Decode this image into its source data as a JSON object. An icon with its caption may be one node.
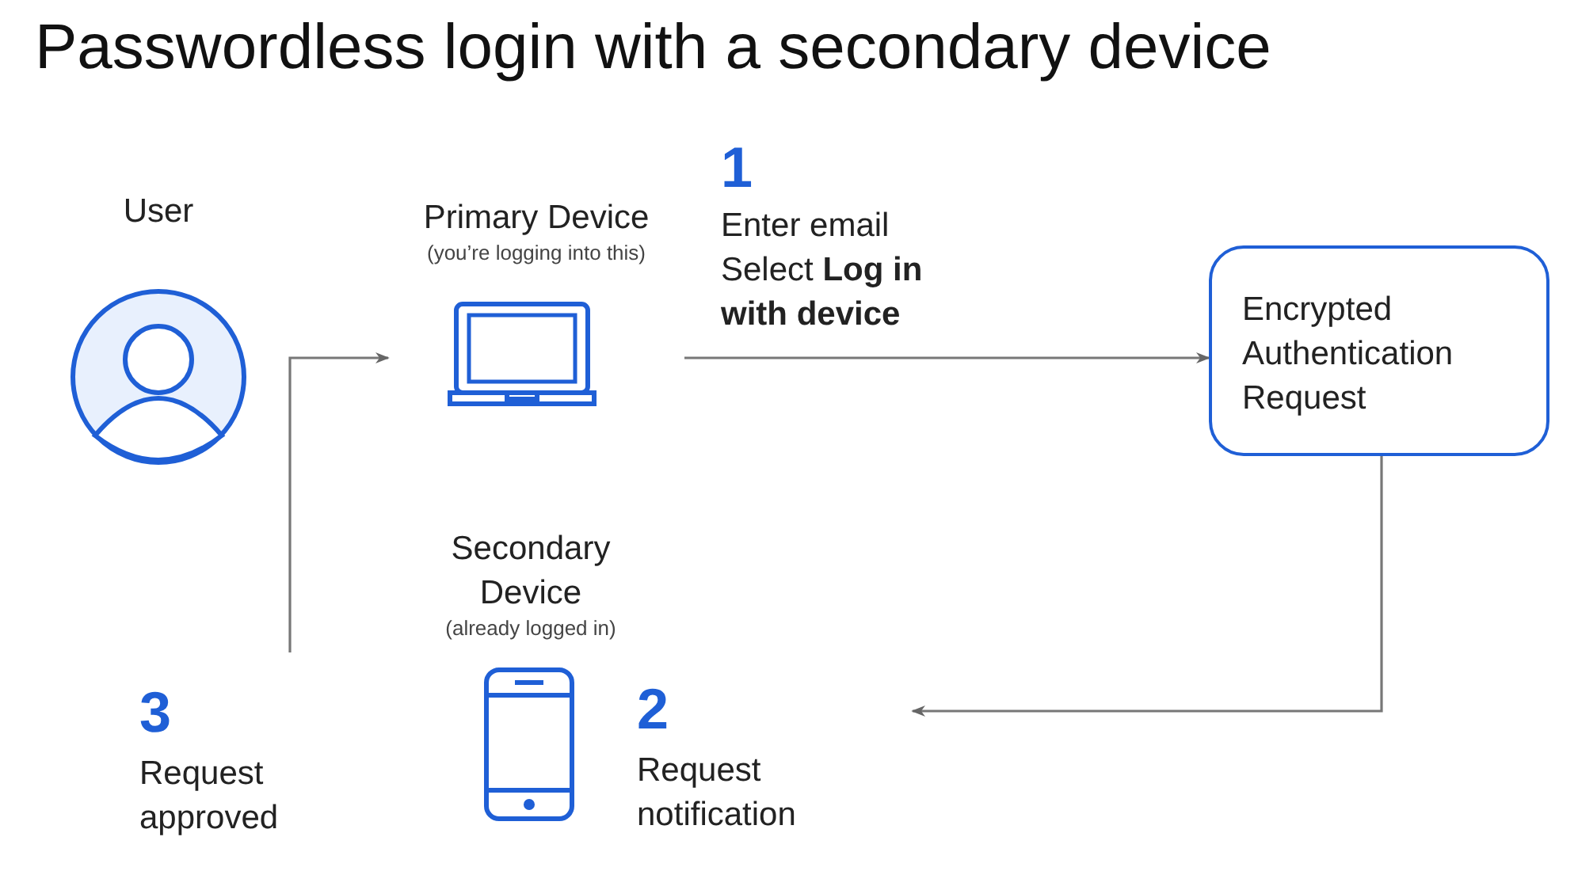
{
  "diagram": {
    "title": "Passwordless login with a secondary device",
    "nodes": [
      {
        "text": [
          "User"
        ]
      },
      {
        "text": [
          "Primary Device",
          "(you’re logging into this)"
        ]
      },
      {
        "text": [
          "Encrypted Authentication Request"
        ]
      },
      {
        "text": [
          "Secondary Device",
          "(already logged in)"
        ],
        "beside": [
          "2",
          "Request notification"
        ]
      },
      {
        "text": [
          "3",
          "Request approved"
        ]
      }
    ],
    "edges": [
      {
        "from": 4,
        "to": 1,
        "arrow": "to"
      },
      {
        "from": 1,
        "to": 2,
        "arrow": "to"
      },
      {
        "from": 2,
        "to": 3,
        "arrow": "to"
      }
    ],
    "labels": [
      "1",
      "Enter email",
      "Select **Log in with device**"
    ]
  }
}
